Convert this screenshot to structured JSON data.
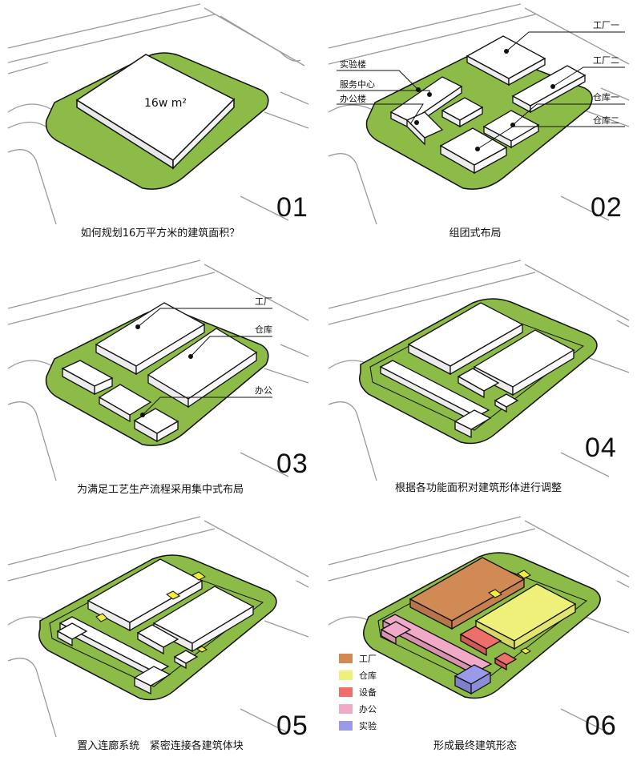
{
  "panels": [
    {
      "number": "01",
      "caption": "如何规划16万平方米的建筑面积？",
      "area_label": "16w m²"
    },
    {
      "number": "02",
      "caption": "组团式布局",
      "labels": [
        "实验楼",
        "服务中心",
        "办公楼",
        "工厂一",
        "工厂二",
        "仓库一",
        "仓库二"
      ]
    },
    {
      "number": "03",
      "caption": "为满足工艺生产流程采用集中式布局",
      "labels": [
        "工厂",
        "仓库",
        "办公"
      ]
    },
    {
      "number": "04",
      "caption": "根据各功能面积对建筑形体进行调整"
    },
    {
      "number": "05",
      "caption": "置入连廊系统   紧密连接各建筑体块"
    },
    {
      "number": "06",
      "caption": "形成最终建筑形态",
      "legend": [
        {
          "label": "工厂",
          "color": "#d28a55"
        },
        {
          "label": "仓库",
          "color": "#eef07a"
        },
        {
          "label": "设备",
          "color": "#ee6f6a"
        },
        {
          "label": "办公",
          "color": "#f0a9c6"
        },
        {
          "label": "实验",
          "color": "#9a9ae8"
        }
      ]
    }
  ],
  "colors": {
    "site_green": "#8dbb47",
    "road_line": "#9a9a9a",
    "block_white": "#ffffff",
    "corridor_yellow": "#f2ec3a"
  }
}
